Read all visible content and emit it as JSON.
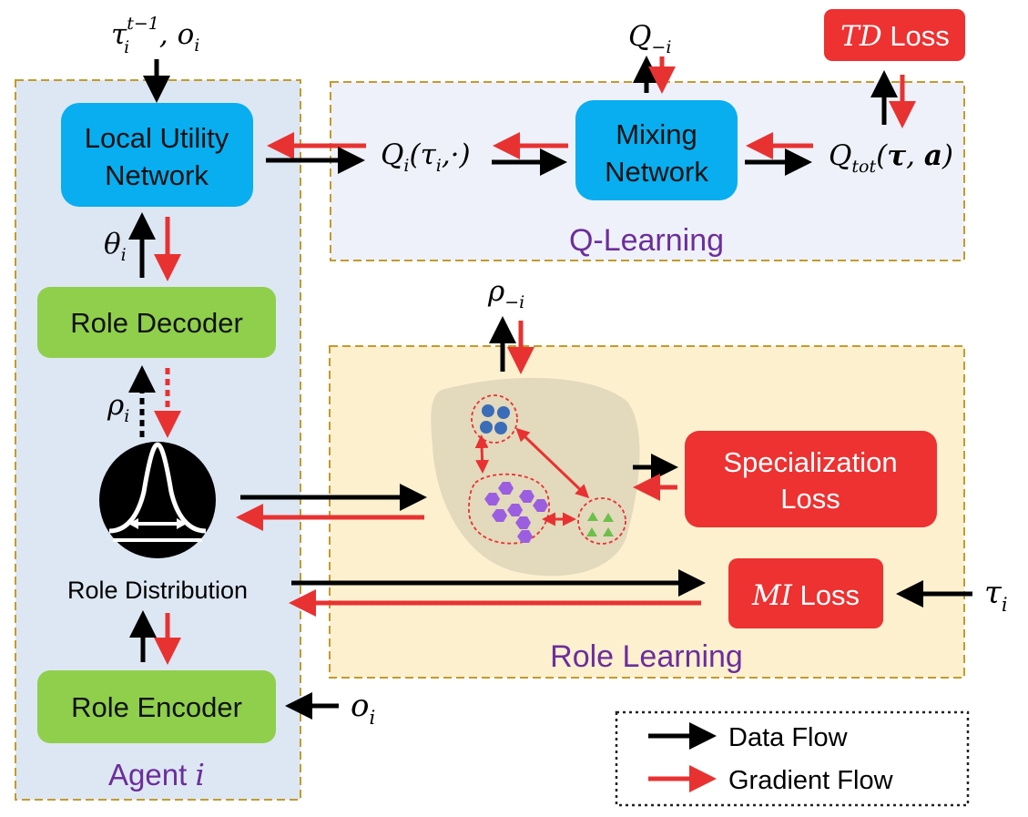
{
  "title": "",
  "input_top": {
    "base": "τ",
    "sub": "i",
    "sup": "t−1",
    "rest": ", o",
    "rest_sub": "i"
  },
  "agent_panel": {
    "label_prefix": "Agent ",
    "label_var": "i"
  },
  "qlearning_panel": {
    "label": "Q-Learning"
  },
  "role_learning_panel": {
    "label": "Role Learning"
  },
  "local_utility": {
    "line1": "Local Utility",
    "line2": "Network"
  },
  "mixing": {
    "line1": "Mixing",
    "line2": "Network"
  },
  "role_decoder": {
    "label": "Role Decoder"
  },
  "role_encoder": {
    "label": "Role Encoder"
  },
  "role_distribution": {
    "label": "Role Distribution"
  },
  "td_loss": {
    "var": "TD",
    "label": " Loss"
  },
  "specialization_loss": {
    "line1": "Specialization",
    "line2": "Loss"
  },
  "mi_loss": {
    "var": "MI",
    "label": " Loss"
  },
  "symbols": {
    "q_i": {
      "base": "Q",
      "sub": "i",
      "args": "(τ",
      "args_sub": "i",
      "args_end": ",·)"
    },
    "q_minus_i": {
      "base": "Q",
      "sub": "−i"
    },
    "q_tot": {
      "base": "Q",
      "sub": "tot",
      "args_open": "(",
      "tau": "τ",
      "comma": ", ",
      "a": "a",
      "args_close": ")"
    },
    "theta_i": {
      "base": "θ",
      "sub": "i"
    },
    "rho_i": {
      "base": "ρ",
      "sub": "i"
    },
    "rho_minus_i": {
      "base": "ρ",
      "sub": "−i"
    },
    "o_i_encoder": {
      "base": "o",
      "sub": "i"
    },
    "tau_i_mi": {
      "base": "τ",
      "sub": "i"
    }
  },
  "legend": {
    "data_flow": "Data Flow",
    "gradient_flow": "Gradient Flow"
  },
  "colors": {
    "agent_panel_fill": "#dde7f3",
    "qlearning_panel_fill": "#eef1f9",
    "role_learning_panel_fill": "#fcf0cf",
    "panel_border": "#c49a2c",
    "network_blue": "#08aeef",
    "role_green": "#8fcf4c",
    "loss_red": "#ee3131",
    "label_purple": "#6c2e9c",
    "data_arrow": "#000000",
    "gradient_arrow": "#e83232",
    "embedding_blob": "#e3d9bd",
    "cluster_blue": "#3b6cb7",
    "cluster_purple": "#9c5ee0",
    "cluster_green": "#6cc04a"
  }
}
